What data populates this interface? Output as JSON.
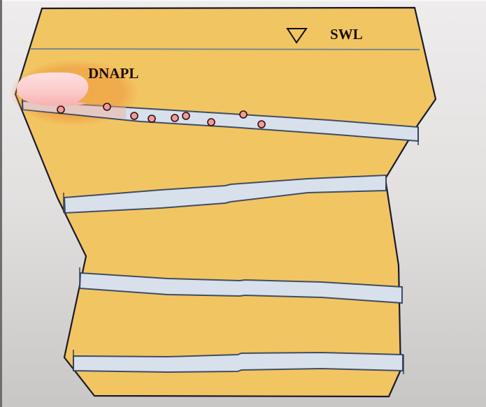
{
  "diagram": {
    "title": "",
    "labels": {
      "water_level": "SWL",
      "contaminant": "DNAPL"
    },
    "icons": {
      "water_level_symbol": "inverted-triangle"
    },
    "colors": {
      "rock": "#f2c563",
      "rock_outline": "#1a1a2a",
      "fracture_fill": "#d8e0ec",
      "fracture_outline": "#2e3e5c",
      "water_table_line": "#7a8a8a",
      "dnapl_halo": "#f0a848",
      "dnapl_pool": "#fbd0cf",
      "dnapl_droplet": "#f29a9a",
      "background": "#e6e3e3"
    },
    "fractures": [
      {
        "name": "fracture-1",
        "has_dnapl": true
      },
      {
        "name": "fracture-2",
        "has_dnapl": false
      },
      {
        "name": "fracture-3",
        "has_dnapl": false
      },
      {
        "name": "fracture-4",
        "has_dnapl": false
      }
    ],
    "droplet_count": 10
  }
}
